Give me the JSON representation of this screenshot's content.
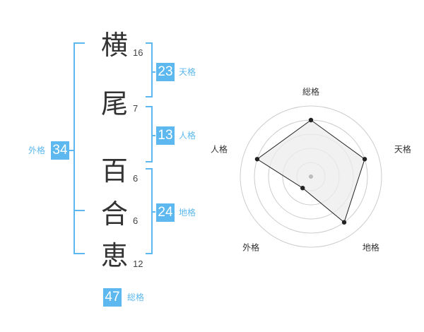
{
  "name": {
    "chars": [
      {
        "char": "横",
        "strokes": "16"
      },
      {
        "char": "尾",
        "strokes": "7"
      },
      {
        "char": "百",
        "strokes": "6"
      },
      {
        "char": "合",
        "strokes": "6"
      },
      {
        "char": "恵",
        "strokes": "12"
      }
    ]
  },
  "fortunes": {
    "tenkaku": {
      "value": "23",
      "label": "天格"
    },
    "jinkaku": {
      "value": "13",
      "label": "人格"
    },
    "chikaku": {
      "value": "24",
      "label": "地格"
    },
    "gaikaku": {
      "value": "34",
      "label": "外格"
    },
    "soukaku": {
      "value": "47",
      "label": "総格"
    }
  },
  "chart_data": {
    "type": "radar",
    "axes": [
      "総格",
      "天格",
      "地格",
      "外格",
      "人格"
    ],
    "values": [
      4,
      4,
      4,
      1,
      4
    ],
    "max": 5,
    "colors": {
      "fill": "#ececec",
      "stroke": "#222222",
      "grid": "#cccccc"
    }
  },
  "colors": {
    "accent": "#5cb8ee",
    "text": "#333333"
  }
}
